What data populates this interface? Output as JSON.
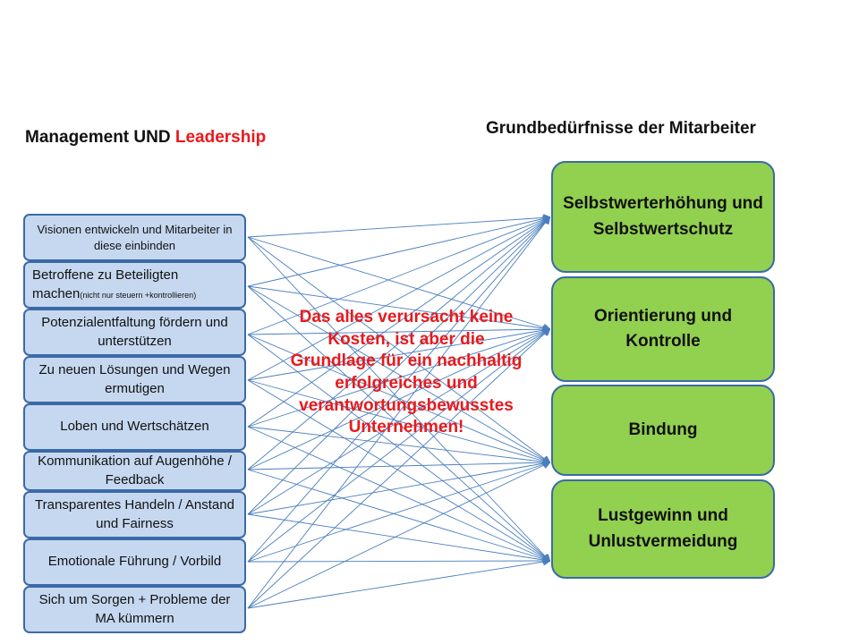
{
  "headings": {
    "left_prefix": "Management UND ",
    "left_accent": "Leadership",
    "right": "Grundbedürfnisse der Mitarbeiter"
  },
  "left_items": [
    {
      "label": "Visionen entwickeln  und Mitarbeiter in diese einbinden"
    },
    {
      "label": "Betroffene zu Beteiligten machen",
      "note": "(nicht nur steuern +kontrollieren)"
    },
    {
      "label": "Potenzialentfaltung fördern und unterstützen"
    },
    {
      "label": "Zu neuen Lösungen und Wegen ermutigen"
    },
    {
      "label": "Loben und Wertschätzen"
    },
    {
      "label": "Kommunikation auf Augenhöhe / Feedback"
    },
    {
      "label": "Transparentes Handeln / Anstand und Fairness"
    },
    {
      "label": "Emotionale Führung / Vorbild"
    },
    {
      "label": "Sich um Sorgen + Probleme der MA kümmern"
    }
  ],
  "right_items": [
    {
      "label": "Selbstwerterhöhung und Selbstwertschutz"
    },
    {
      "label": "Orientierung und Kontrolle"
    },
    {
      "label": "Bindung"
    },
    {
      "label": "Lustgewinn und Unlustvermeidung"
    }
  ],
  "center_text": "Das alles verursacht keine Kosten, ist aber die Grundlage für ein nachhaltig erfolgreiches und verantwortungsbewusstes Unternehmen!",
  "colors": {
    "left_box_fill": "#c6d8f0",
    "right_box_fill": "#92d050",
    "border": "#3a6aa6",
    "arrow": "#4a7ebf",
    "accent_red": "#e8191d"
  }
}
